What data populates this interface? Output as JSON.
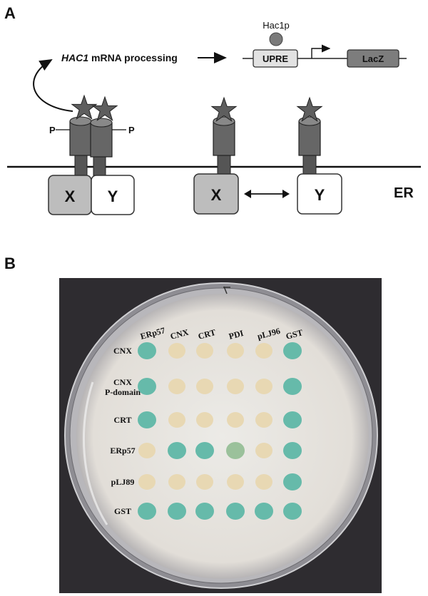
{
  "panelA": {
    "label": "A",
    "hac1p": "Hac1p",
    "mrna_italic": "HAC1",
    "mrna_rest": " mRNA processing",
    "upre": "UPRE",
    "lacz": "LacZ",
    "phospho": "P",
    "x": "X",
    "y": "Y",
    "er": "ER"
  },
  "panelB": {
    "label": "B",
    "columns": [
      "ERp57",
      "CNX",
      "CRT",
      "PDI",
      "pLJ96",
      "GST"
    ],
    "rows": [
      {
        "line1": "CNX",
        "line2": ""
      },
      {
        "line1": "CNX",
        "line2": "P-domain"
      },
      {
        "line1": "CRT",
        "line2": ""
      },
      {
        "line1": "ERp57",
        "line2": ""
      },
      {
        "line1": "pLJ89",
        "line2": ""
      },
      {
        "line1": "GST",
        "line2": ""
      }
    ],
    "grid": [
      [
        "blue",
        "yellow",
        "yellow",
        "yellow",
        "yellow",
        "blue"
      ],
      [
        "blue",
        "yellow",
        "yellow",
        "yellow",
        "yellow",
        "blue"
      ],
      [
        "blue",
        "yellow",
        "yellow",
        "yellow",
        "yellow",
        "blue"
      ],
      [
        "yellow",
        "blue",
        "blue",
        "green",
        "yellow",
        "blue"
      ],
      [
        "yellow",
        "yellow",
        "yellow",
        "yellow",
        "yellow",
        "blue"
      ],
      [
        "blue",
        "blue",
        "blue",
        "blue",
        "blue",
        "blue"
      ]
    ],
    "colors": {
      "blue": "#5fb7a6",
      "yellow": "#e8d7b0",
      "green": "#97bf97",
      "plate_bg": "#e9e5df",
      "background": "#2e2c30"
    }
  }
}
